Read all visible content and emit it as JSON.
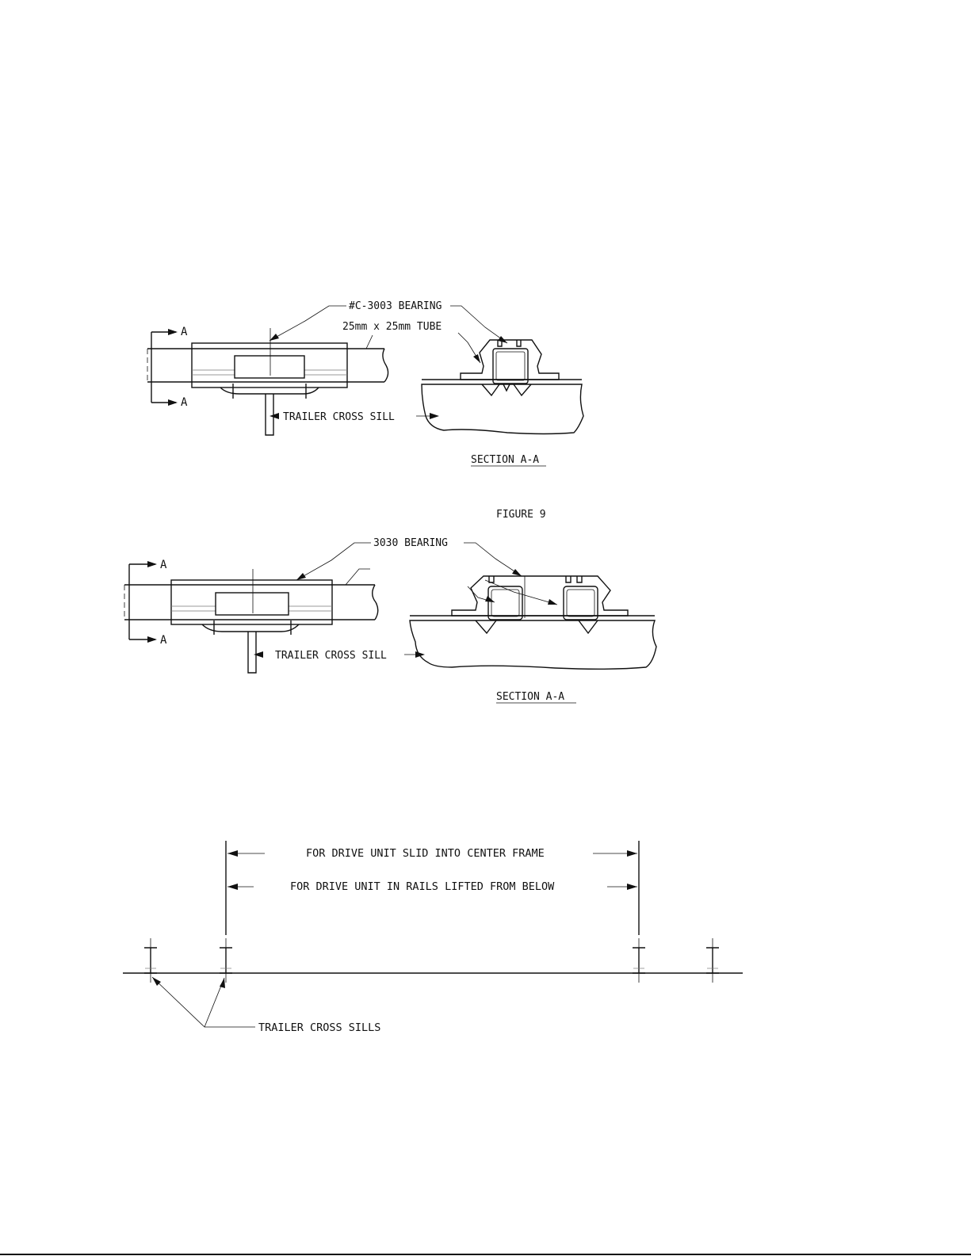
{
  "top_detail": {
    "bearing_label": "#C-3003 BEARING",
    "tube_label": "25mm x 25mm TUBE",
    "cross_sill_label": "TRAILER CROSS SILL",
    "section_mark_top": "A",
    "section_mark_bottom": "A",
    "section_title": "SECTION A-A"
  },
  "figure_caption": "FIGURE 9",
  "middle_detail": {
    "bearing_label": "3030 BEARING",
    "cross_sill_label": "TRAILER CROSS SILL",
    "section_mark_top": "A",
    "section_mark_bottom": "A",
    "section_title": "SECTION A-A"
  },
  "bottom_detail": {
    "dim_slid_label": "FOR DRIVE UNIT SLID INTO CENTER FRAME",
    "dim_lifted_label": "FOR DRIVE UNIT IN RAILS LIFTED FROM BELOW",
    "cross_sills_label": "TRAILER CROSS SILLS"
  }
}
